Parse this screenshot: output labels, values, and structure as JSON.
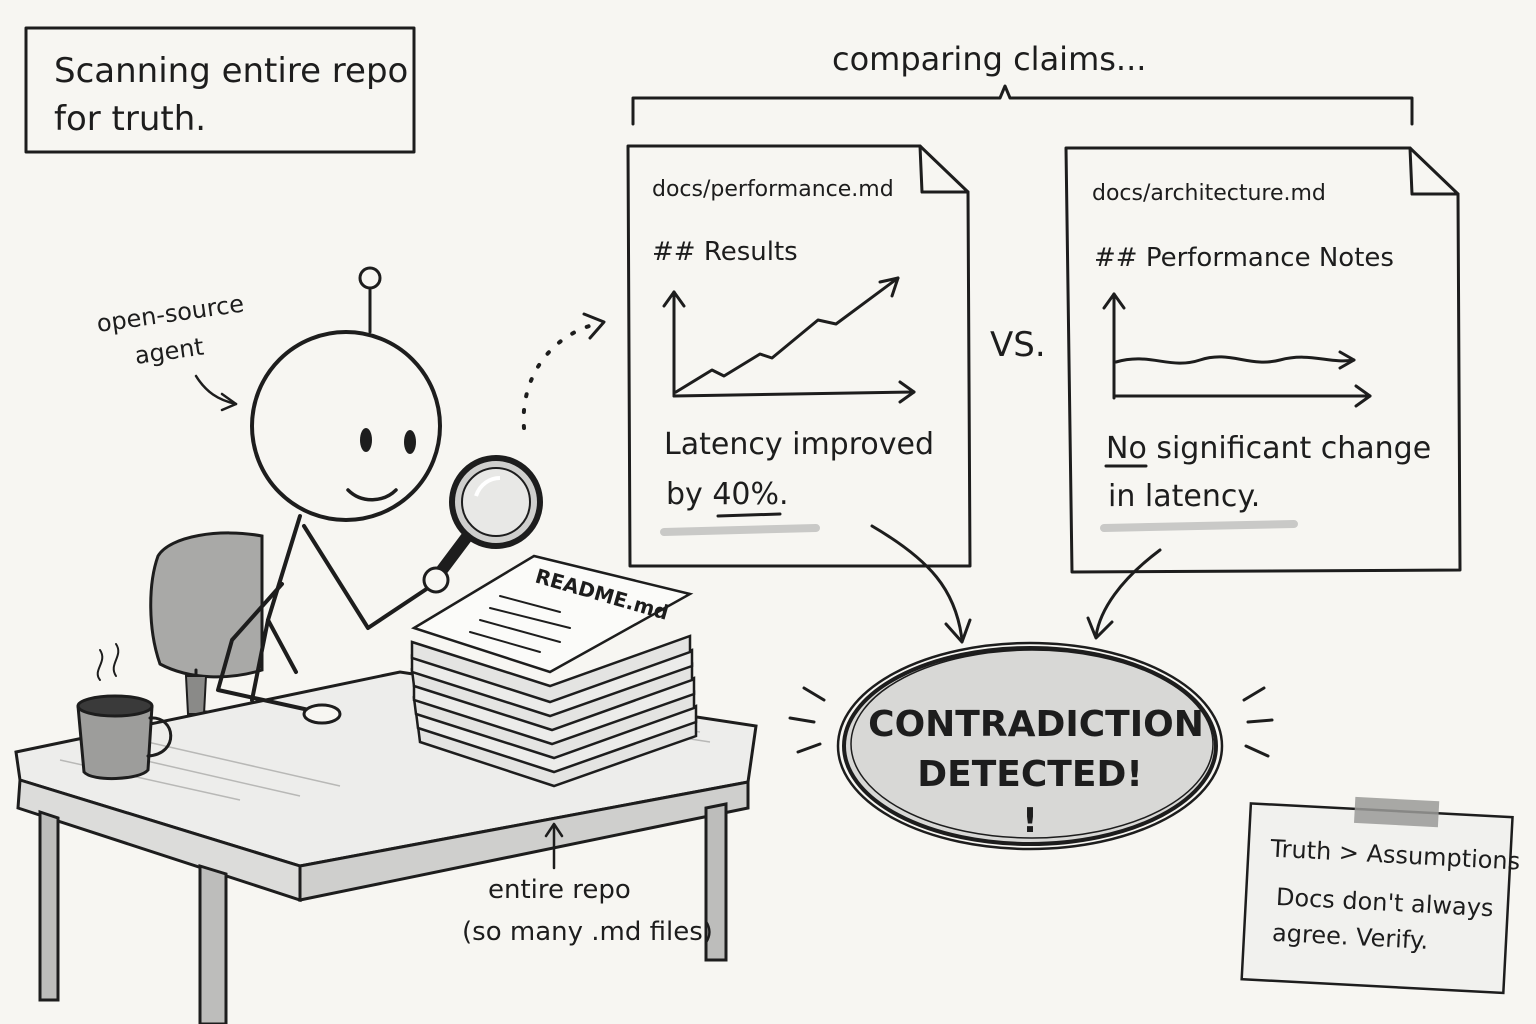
{
  "caption_box": {
    "line1": "Scanning entire repo",
    "line2": "for truth."
  },
  "comparing_label": "comparing claims...",
  "agent_label": {
    "line1": "open-source",
    "line2": "agent"
  },
  "readme_label": "README.md",
  "repo_label": {
    "line1": "entire repo",
    "line2": "(so many .md files)"
  },
  "doc_left": {
    "filename": "docs/performance.md",
    "heading": "## Results",
    "claim_line1": "Latency improved",
    "claim_by": "by ",
    "claim_value": "40%",
    "claim_end": "."
  },
  "versus_label": "VS.",
  "doc_right": {
    "filename": "docs/architecture.md",
    "heading": "## Performance Notes",
    "claim_no": "No",
    "claim_rest": " significant change",
    "claim_line2": "in latency."
  },
  "alert": {
    "line1": "CONTRADICTION",
    "line2": "DETECTED!",
    "mark": "!"
  },
  "sticky_note": {
    "line1": "Truth > Assumptions",
    "line2": "Docs don't always",
    "line3": "agree. Verify."
  },
  "icons": [
    "magnifying-glass-icon",
    "robot-antenna-icon",
    "coffee-mug-icon",
    "office-chair-icon",
    "tape-icon"
  ],
  "colors": {
    "ink": "#1d1d1d",
    "paper": "#f7f6f2",
    "shade": "#d8d8d6",
    "highlight": "#c9c9c7",
    "tape": "#9a9a98"
  }
}
